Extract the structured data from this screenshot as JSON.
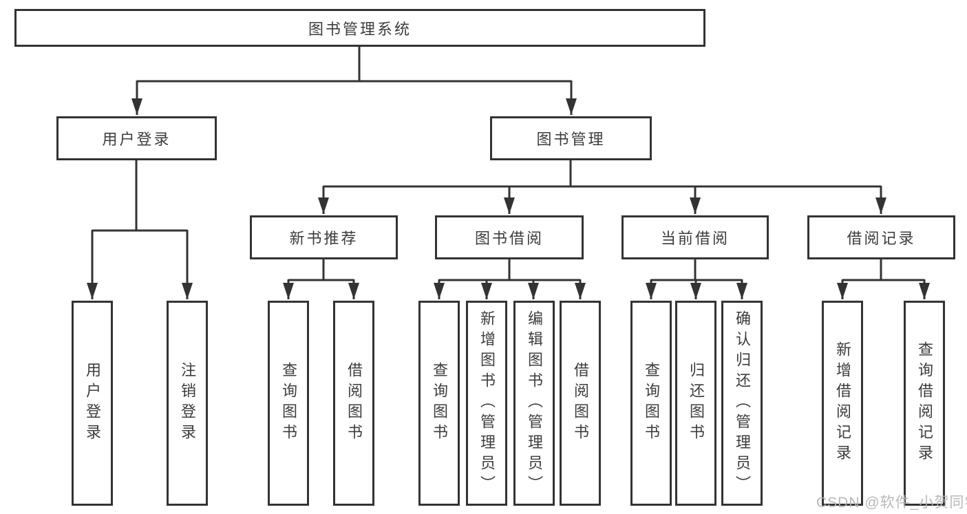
{
  "diagram": {
    "root": {
      "label": "图书管理系统"
    },
    "branches": [
      {
        "label": "用户登录",
        "children": [
          {
            "label": "用户登录"
          },
          {
            "label": "注销登录"
          }
        ]
      },
      {
        "label": "图书管理",
        "children": [
          {
            "label": "新书推荐",
            "children": [
              {
                "label": "查询图书"
              },
              {
                "label": "借阅图书"
              }
            ]
          },
          {
            "label": "图书借阅",
            "children": [
              {
                "label": "查询图书"
              },
              {
                "label": "新增图书（管理员）"
              },
              {
                "label": "编辑图书（管理员）"
              },
              {
                "label": "借阅图书"
              }
            ]
          },
          {
            "label": "当前借阅",
            "children": [
              {
                "label": "查询图书"
              },
              {
                "label": "归还图书"
              },
              {
                "label": "确认归还（管理员）"
              }
            ]
          },
          {
            "label": "借阅记录",
            "children": [
              {
                "label": "新增借阅记录"
              },
              {
                "label": "查询借阅记录"
              }
            ]
          }
        ]
      }
    ],
    "watermark": "CSDN @软件_小贺同学"
  },
  "colors": {
    "line": "#333333",
    "text": "#3c3c3c",
    "watermark": "#b3b3b3",
    "background": "#ffffff"
  }
}
